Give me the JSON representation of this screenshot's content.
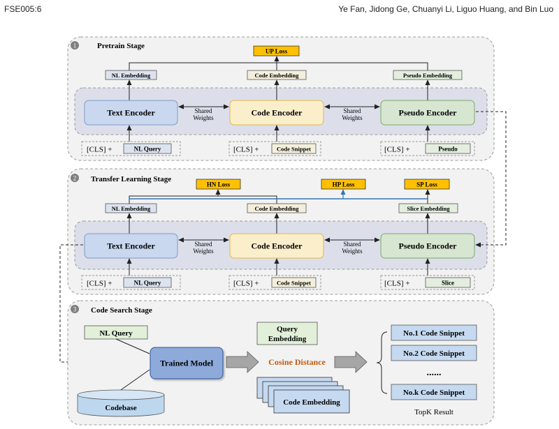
{
  "header": {
    "left": "FSE005:6",
    "right": "Ye Fan, Jidong Ge, Chuanyi Li, Liguo Huang, and Bin Luo"
  },
  "stage1": {
    "num": "1",
    "title": "Pretrain Stage",
    "loss": "UP Loss",
    "emb_text": "NL Embedding",
    "emb_code": "Code Embedding",
    "emb_pseudo": "Pseudo Embedding",
    "enc_text": "Text Encoder",
    "enc_code": "Code Encoder",
    "enc_pseudo": "Pseudo Encoder",
    "shared1_a": "Shared",
    "shared1_b": "Weights",
    "shared2_a": "Shared",
    "shared2_b": "Weights",
    "cls1": "[CLS] +",
    "cls2": "[CLS] +",
    "cls3": "[CLS] +",
    "in_text": "NL Query",
    "in_code": "Code Snippet",
    "in_pseudo": "Pseudo"
  },
  "stage2": {
    "num": "2",
    "title": "Transfer Learning Stage",
    "loss_hn": "HN Loss",
    "loss_hp": "HP Loss",
    "loss_sp": "SP Loss",
    "emb_text": "NL Embedding",
    "emb_code": "Code Embedding",
    "emb_slice": "Slice Embedding",
    "enc_text": "Text Encoder",
    "enc_code": "Code Encoder",
    "enc_pseudo": "Pseudo Encoder",
    "shared1_a": "Shared",
    "shared1_b": "Weights",
    "shared2_a": "Shared",
    "shared2_b": "Weights",
    "cls1": "[CLS] +",
    "cls2": "[CLS] +",
    "cls3": "[CLS] +",
    "in_text": "NL Query",
    "in_code": "Code Snippet",
    "in_slice": "Slice"
  },
  "stage3": {
    "num": "3",
    "title": "Code Search Stage",
    "nl_query": "NL Query",
    "trained_model": "Trained Model",
    "codebase": "Codebase",
    "query_emb_a": "Query",
    "query_emb_b": "Embedding",
    "cosine": "Cosine Distance",
    "code_emb": "Code Embedding",
    "results": [
      "No.1 Code Snippet",
      "No.2 Code Snippet",
      "No.k Code Snippet"
    ],
    "dots": "......",
    "topk": "TopK Result"
  },
  "colors": {
    "text_encoder": "#c9d7ef",
    "code_encoder": "#fbeecb",
    "pseudo_encoder": "#d7e6d0",
    "loss_fill": "#ffc000",
    "cosine_text": "#c55a11",
    "result_fill": "#c5d9f0",
    "trained_model": "#8eaadb"
  }
}
